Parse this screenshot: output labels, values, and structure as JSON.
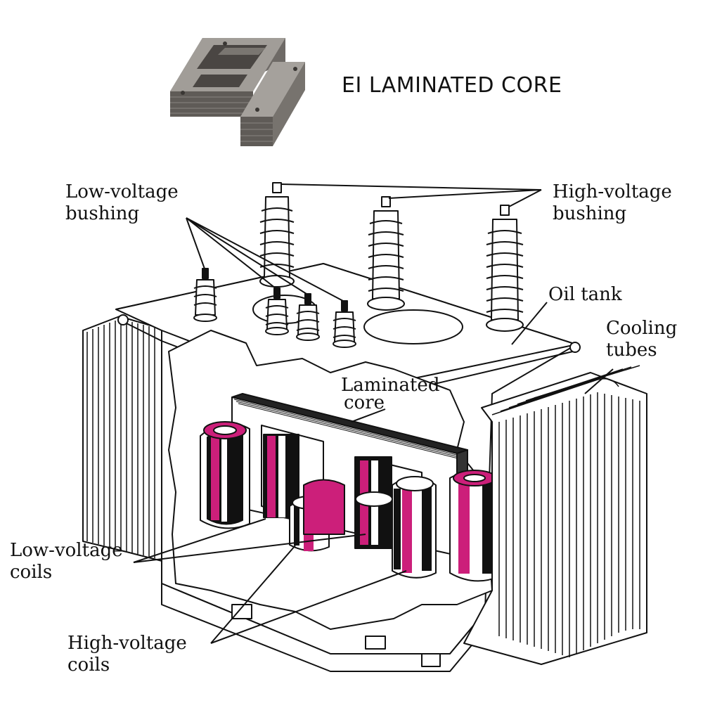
{
  "header": {
    "core_title": "EI LAMINATED CORE",
    "core_image_icon": "ei-laminated-core-icon"
  },
  "labels": {
    "low_voltage_bushing": [
      "Low-voltage",
      "bushing"
    ],
    "high_voltage_bushing": [
      "High-voltage",
      "bushing"
    ],
    "oil_tank": [
      "Oil tank"
    ],
    "cooling_tubes": [
      "Cooling",
      "tubes"
    ],
    "laminated_core": [
      "Laminated",
      "core"
    ],
    "low_voltage_coils": [
      "Low-voltage",
      "coils"
    ],
    "high_voltage_coils": [
      "High-voltage",
      "coils"
    ]
  },
  "colors": {
    "coil_accent": "#cc1f7a",
    "core_metal": "#8f8b86",
    "line": "#111111"
  }
}
